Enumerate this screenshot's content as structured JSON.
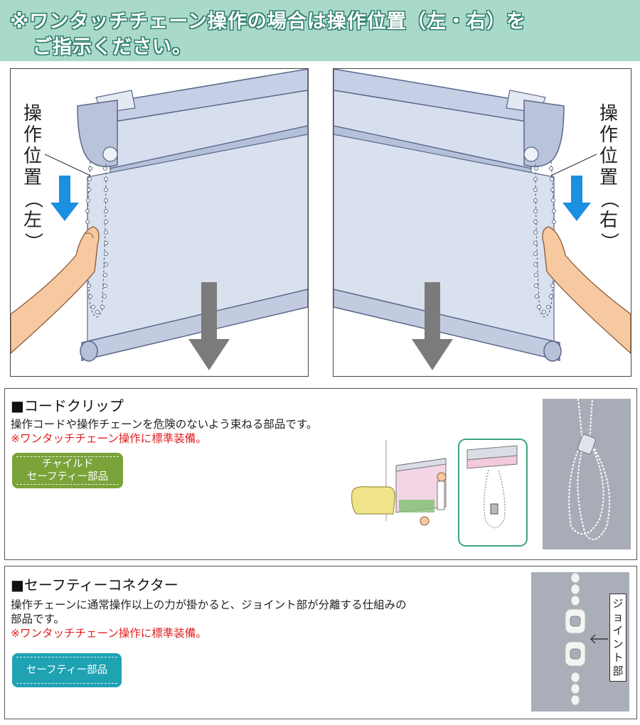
{
  "banner": {
    "line1": "※ワンタッチチェーン操作の場合は操作位置（左・右）を",
    "line2": "ご指示ください。"
  },
  "left_panel": {
    "label_chars": [
      "操",
      "作",
      "位",
      "置",
      "（",
      "左",
      "）"
    ]
  },
  "right_panel": {
    "label_chars": [
      "操",
      "作",
      "位",
      "置",
      "（",
      "右",
      "）"
    ]
  },
  "cord_clip": {
    "title": "■コードクリップ",
    "description": "操作コードや操作チェーンを危険のないよう束ねる部品です。",
    "note": "※ワンタッチチェーン操作に標準装備。",
    "badge_line1": "チャイルド",
    "badge_line2": "セーフティー部品",
    "badge_color": "#7aa33a"
  },
  "safety_connector": {
    "title": "■セーフティーコネクター",
    "description_line1": "操作チェーンに通常操作以上の力が掛かると、ジョイント部が分離する仕組みの",
    "description_line2": "部品です。",
    "note": "※ワンタッチチェーン操作に標準装備。",
    "badge": "セーフティー部品",
    "badge_color": "#1fa3b3",
    "photo_label_chars": [
      "ジ",
      "ョ",
      "イ",
      "ン",
      "ト",
      "部"
    ]
  },
  "colors": {
    "banner_bg": "#a9d9c8",
    "banner_outline": "#2f7f6e",
    "arrow_blue": "#1b8fe0",
    "arrow_gray": "#7b7b7b",
    "note_red": "#e02020"
  }
}
